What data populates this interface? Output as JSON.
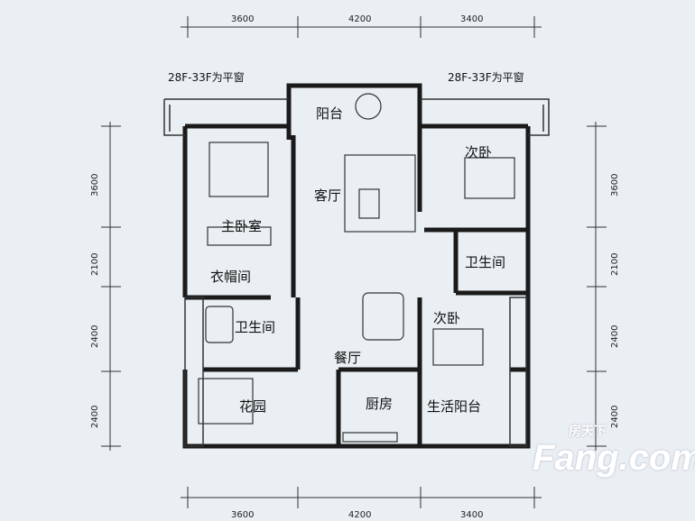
{
  "dimensions": {
    "top": [
      "3600",
      "4200",
      "3400"
    ],
    "bottom": [
      "3600",
      "4200",
      "3400"
    ],
    "left": [
      "3600",
      "2100",
      "2400",
      "2400"
    ],
    "right": [
      "3600",
      "2100",
      "2400",
      "2400"
    ]
  },
  "notes": {
    "left_window": "28F-33F为平窗",
    "right_window": "28F-33F为平窗"
  },
  "rooms": {
    "balcony": "阳台",
    "living_room": "客厅",
    "master_bedroom": "主卧室",
    "bedroom_ne": "次卧",
    "cloakroom": "衣帽间",
    "bathroom_e": "卫生间",
    "bathroom_w": "卫生间",
    "bedroom_se": "次卧",
    "dining": "餐厅",
    "garden": "花园",
    "kitchen": "厨房",
    "utility_balcony": "生活阳台"
  },
  "watermark": {
    "cn": "房天下",
    "en": "Fang.com"
  }
}
